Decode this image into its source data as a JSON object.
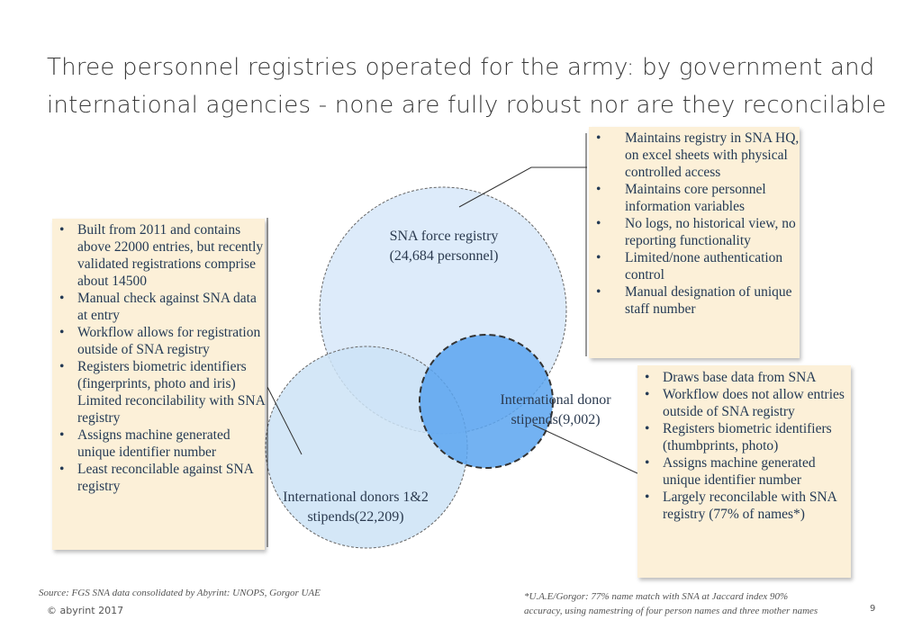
{
  "title": "Three personnel registries operated for the army: by government and international agencies - none are fully robust nor are they reconcilable",
  "circles": {
    "sna": {
      "line1": "SNA force registry",
      "line2": "(24,684 personnel)",
      "color": "#d9e9f9"
    },
    "donors12": {
      "line1": "International donors 1&2",
      "line2": "stipends(22,209)",
      "color": "#cde3f6"
    },
    "donor": {
      "line1": "International donor",
      "line2": "stipends(9,002)",
      "color": "#5aa5f0"
    }
  },
  "boxes": {
    "sna_notes": [
      "Maintains registry in SNA HQ, on excel sheets with physical controlled access",
      "Maintains core personnel information variables",
      "No logs, no historical view, no reporting functionality",
      "Limited/none authentication control",
      "Manual designation of unique staff number"
    ],
    "donors12_notes": [
      "Built from 2011 and contains above 22000 entries, but recently validated registrations comprise about 14500",
      "Manual check against SNA data at entry",
      "Workflow allows for registration outside of SNA registry",
      "Registers biometric identifiers (fingerprints, photo and iris) Limited reconcilability with SNA registry",
      "Assigns machine generated unique identifier number",
      "Least reconcilable against SNA registry"
    ],
    "donor_notes": [
      "Draws base data from SNA",
      "Workflow does not allow entries outside of SNA registry",
      "Registers biometric identifiers (thumbprints, photo)",
      "Assigns machine generated unique identifier number",
      "Largely reconcilable with SNA registry (77% of names*)"
    ]
  },
  "footer": {
    "source": "Source: FGS SNA data consolidated by Abyrint: UNOPS, Gorgor UAE",
    "note_line1": "*U.A.E/Gorgor: 77% name match with SNA at Jaccard index 90%",
    "note_line2": "accuracy, using namestring of four person names and three mother names",
    "copyright": "© abyrint 2017",
    "page": "9"
  }
}
